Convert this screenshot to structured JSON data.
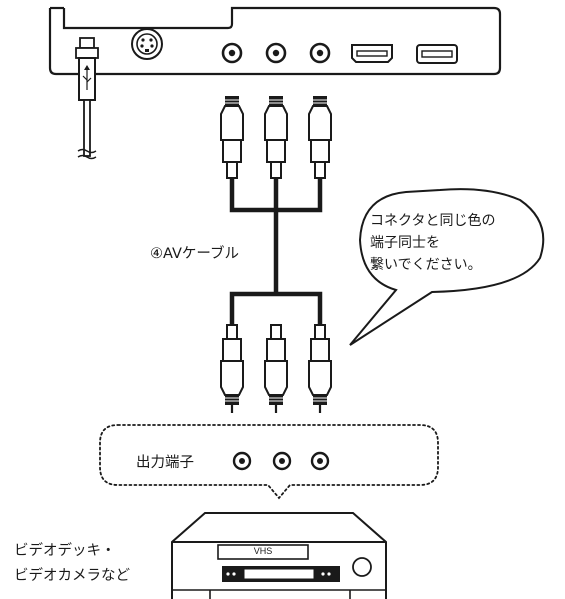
{
  "cable": {
    "label": "④AVケーブル"
  },
  "speech_bubble": {
    "lines": [
      "コネクタと同じ色の",
      "端子同士を",
      "繋いでください。"
    ]
  },
  "output_panel": {
    "label": "出力端子"
  },
  "vcr": {
    "caption_lines": [
      "ビデオデッキ・",
      "ビデオカメラなど"
    ],
    "tape_label": "VHS"
  },
  "colors": {
    "stroke": "#1a1a1a",
    "background": "#ffffff"
  }
}
